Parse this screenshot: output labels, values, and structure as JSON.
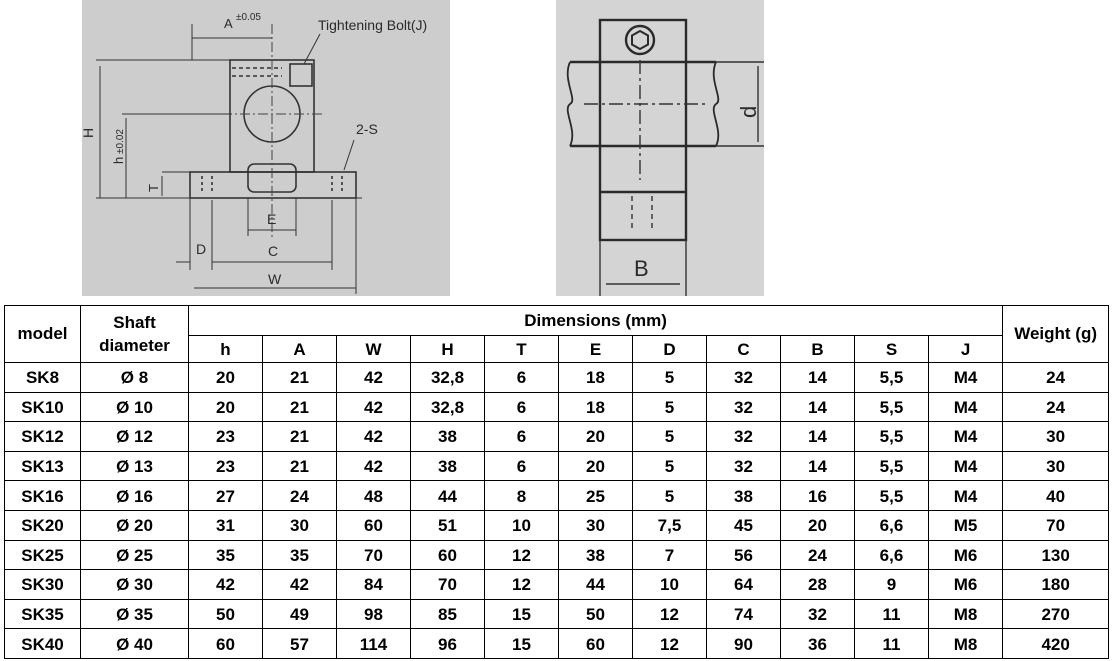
{
  "drawing_front": {
    "labels": {
      "a": "A",
      "a_tol": "±0.05",
      "bolt": "Tightening Bolt(J)",
      "h_big": "H",
      "h_small": "h",
      "h_tol": "±0.02",
      "t": "T",
      "s": "2-S",
      "e": "E",
      "d": "D",
      "c": "C",
      "w": "W"
    }
  },
  "drawing_side": {
    "labels": {
      "d": "d",
      "b": "B"
    }
  },
  "table": {
    "header": {
      "model": "model",
      "shaft": "Shaft diameter",
      "dimensions": "Dimensions (mm)",
      "weight": "Weight (g)"
    },
    "dimension_columns": [
      "h",
      "A",
      "W",
      "H",
      "T",
      "E",
      "D",
      "C",
      "B",
      "S",
      "J"
    ],
    "rows": [
      {
        "model": "SK8",
        "shaft": "Ø 8",
        "dims": [
          "20",
          "21",
          "42",
          "32,8",
          "6",
          "18",
          "5",
          "32",
          "14",
          "5,5",
          "M4"
        ],
        "weight": "24"
      },
      {
        "model": "SK10",
        "shaft": "Ø 10",
        "dims": [
          "20",
          "21",
          "42",
          "32,8",
          "6",
          "18",
          "5",
          "32",
          "14",
          "5,5",
          "M4"
        ],
        "weight": "24"
      },
      {
        "model": "SK12",
        "shaft": "Ø 12",
        "dims": [
          "23",
          "21",
          "42",
          "38",
          "6",
          "20",
          "5",
          "32",
          "14",
          "5,5",
          "M4"
        ],
        "weight": "30"
      },
      {
        "model": "SK13",
        "shaft": "Ø 13",
        "dims": [
          "23",
          "21",
          "42",
          "38",
          "6",
          "20",
          "5",
          "32",
          "14",
          "5,5",
          "M4"
        ],
        "weight": "30"
      },
      {
        "model": "SK16",
        "shaft": "Ø 16",
        "dims": [
          "27",
          "24",
          "48",
          "44",
          "8",
          "25",
          "5",
          "38",
          "16",
          "5,5",
          "M4"
        ],
        "weight": "40"
      },
      {
        "model": "SK20",
        "shaft": "Ø 20",
        "dims": [
          "31",
          "30",
          "60",
          "51",
          "10",
          "30",
          "7,5",
          "45",
          "20",
          "6,6",
          "M5"
        ],
        "weight": "70"
      },
      {
        "model": "SK25",
        "shaft": "Ø 25",
        "dims": [
          "35",
          "35",
          "70",
          "60",
          "12",
          "38",
          "7",
          "56",
          "24",
          "6,6",
          "M6"
        ],
        "weight": "130"
      },
      {
        "model": "SK30",
        "shaft": "Ø 30",
        "dims": [
          "42",
          "42",
          "84",
          "70",
          "12",
          "44",
          "10",
          "64",
          "28",
          "9",
          "M6"
        ],
        "weight": "180"
      },
      {
        "model": "SK35",
        "shaft": "Ø 35",
        "dims": [
          "50",
          "49",
          "98",
          "85",
          "15",
          "50",
          "12",
          "74",
          "32",
          "11",
          "M8"
        ],
        "weight": "270"
      },
      {
        "model": "SK40",
        "shaft": "Ø 40",
        "dims": [
          "60",
          "57",
          "114",
          "96",
          "15",
          "60",
          "12",
          "90",
          "36",
          "11",
          "M8"
        ],
        "weight": "420"
      }
    ]
  }
}
